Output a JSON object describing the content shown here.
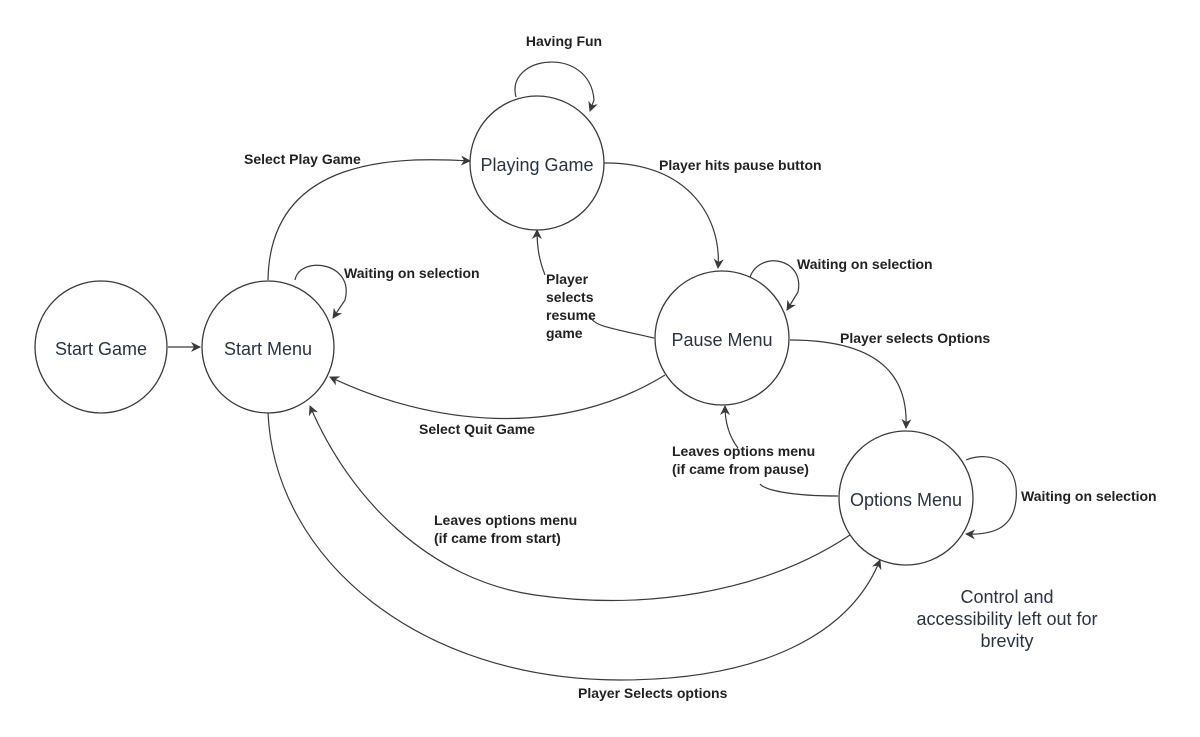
{
  "states": {
    "start_game": "Start Game",
    "start_menu": "Start Menu",
    "playing_game": "Playing Game",
    "pause_menu": "Pause Menu",
    "options_menu": "Options Menu"
  },
  "transitions": {
    "having_fun": "Having Fun",
    "select_play_game": "Select Play Game",
    "player_hits_pause": "Player hits pause button",
    "start_menu_waiting": "Waiting on selection",
    "pause_menu_waiting": "Waiting on selection",
    "resume_game": [
      "Player",
      "selects",
      "resume",
      "game"
    ],
    "player_selects_options": "Player selects Options",
    "select_quit_game": "Select Quit Game",
    "leaves_options_pause": [
      "Leaves options menu",
      "(if came from pause)"
    ],
    "options_menu_waiting": "Waiting on selection",
    "leaves_options_start": [
      "Leaves options menu",
      "(if came from start)"
    ],
    "player_selects_options_start": "Player Selects options"
  },
  "note": [
    "Control and",
    "accessibility left out for",
    "brevity"
  ]
}
